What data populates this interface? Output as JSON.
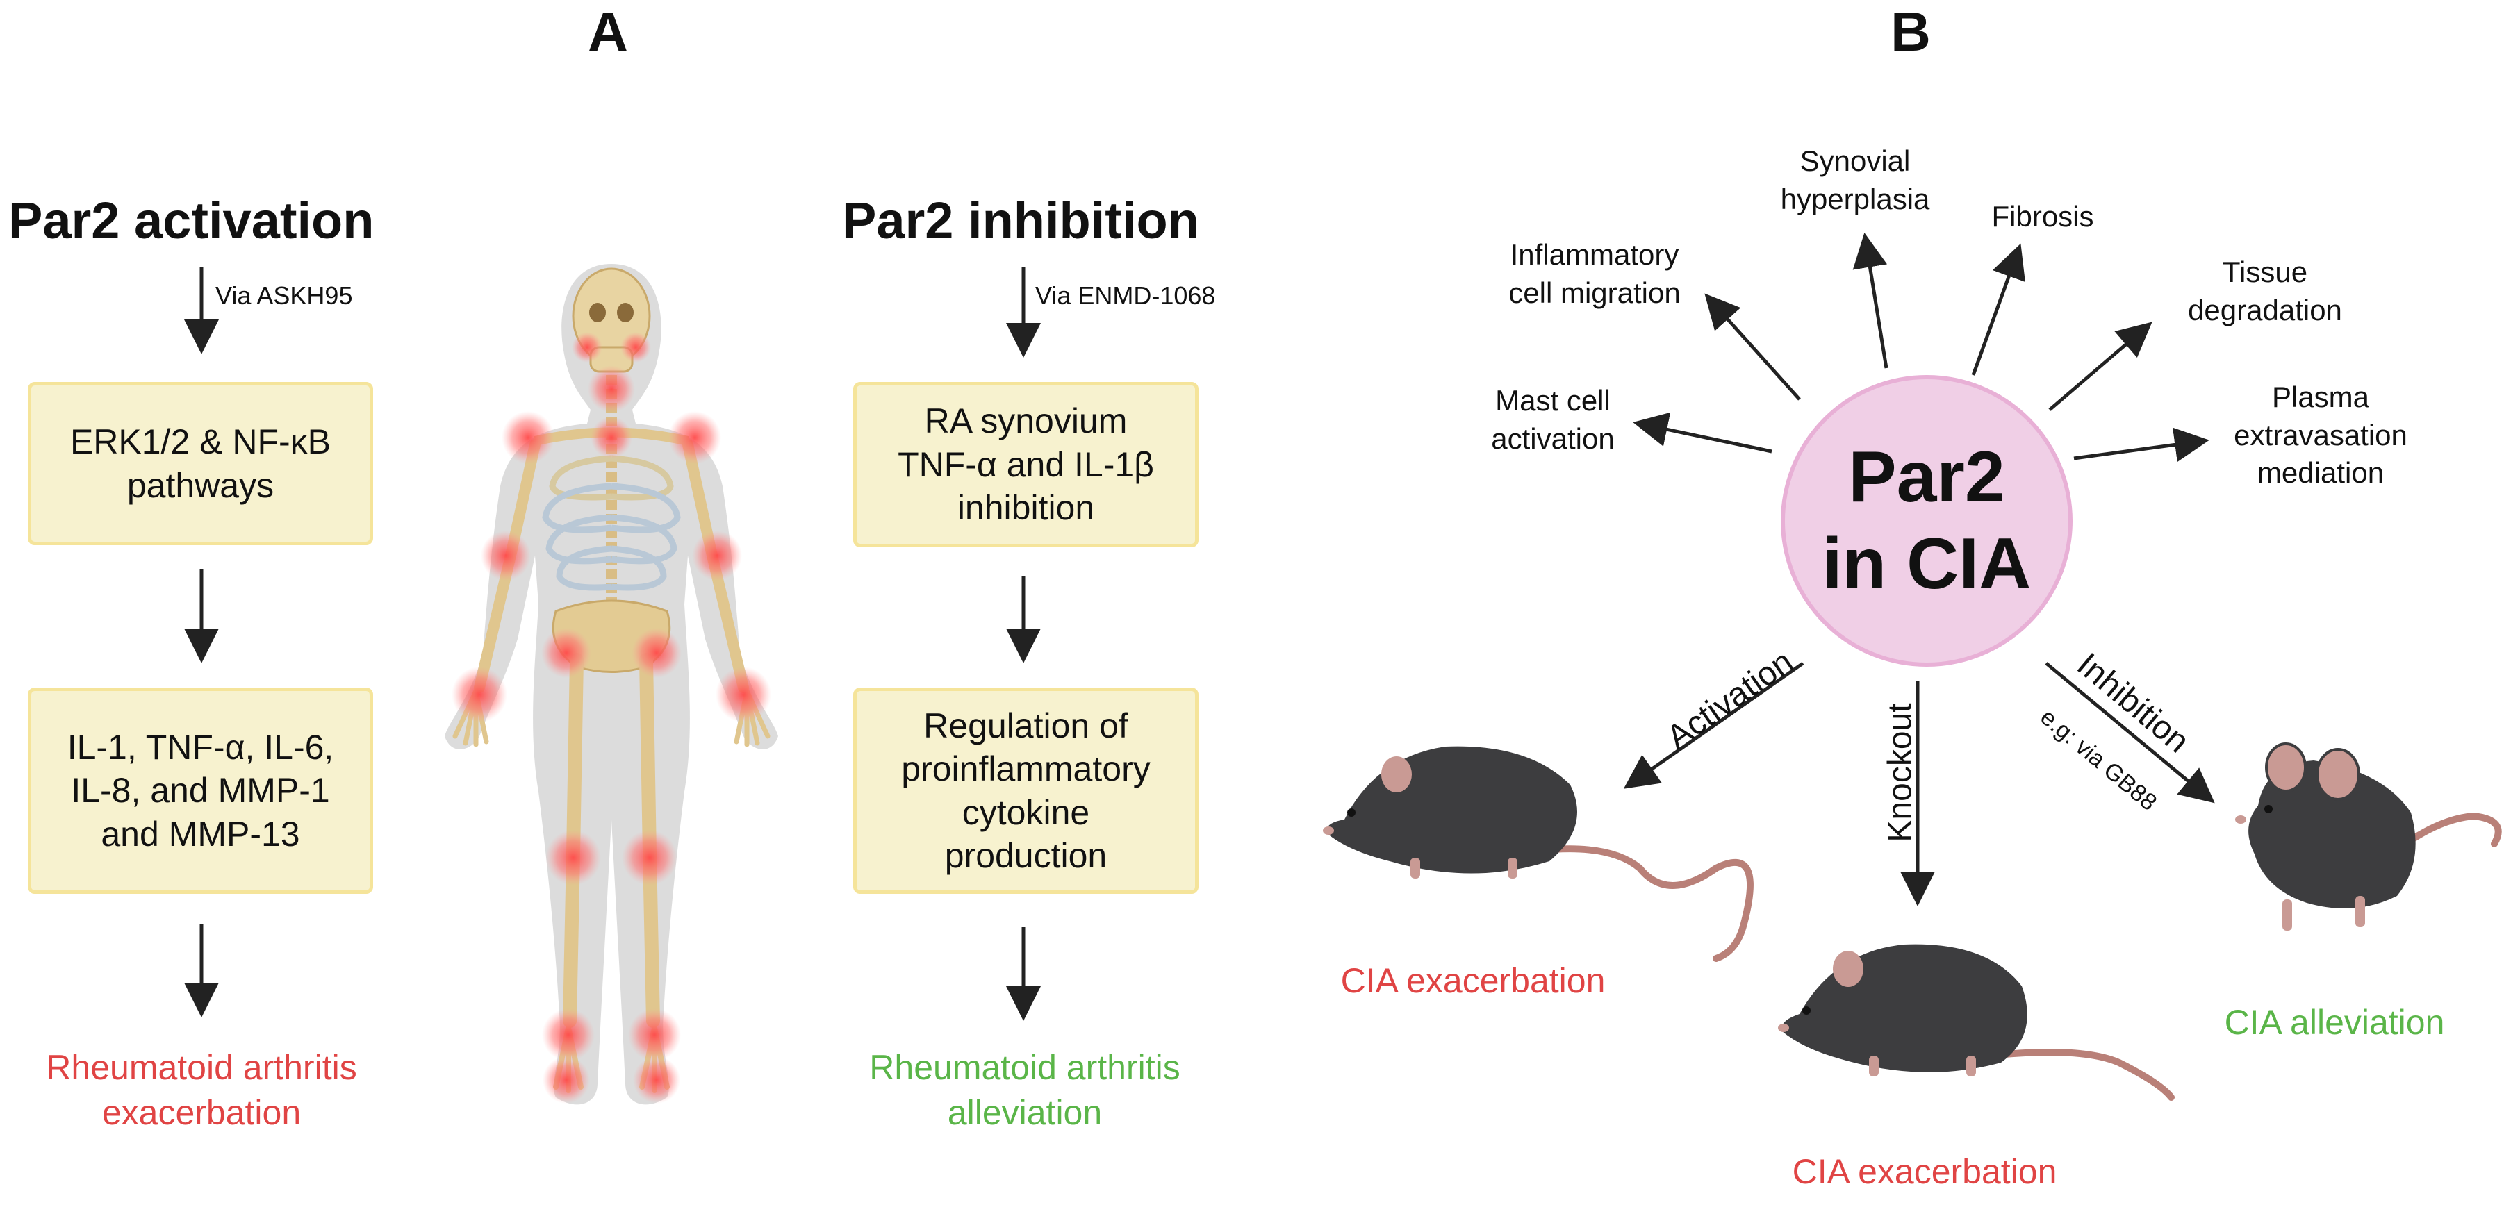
{
  "panel_a": {
    "letter": "A",
    "activation": {
      "title": "Par2 activation",
      "via": "Via ASKH95",
      "box1": "ERK1/2 & NF-κB\npathways",
      "box2": "IL-1, TNF-α, IL-6,\nIL-8, and MMP-1\nand MMP-13",
      "outcome": "Rheumatoid arthritis\nexacerbation",
      "outcome_color": "#e04444"
    },
    "inhibition": {
      "title": "Par2 inhibition",
      "via": "Via ENMD-1068",
      "box1": "RA synovium\nTNF-α and IL-1β\ninhibition",
      "box2": "Regulation of\nproinflammatory\ncytokine\nproduction",
      "outcome": "Rheumatoid arthritis\nalleviation",
      "outcome_color": "#5ab548"
    },
    "figure_icon": "skeleton-with-inflamed-joints"
  },
  "panel_b": {
    "letter": "B",
    "center": "Par2\nin CIA",
    "effects": {
      "synovial": "Synovial\nhyperplasia",
      "fibrosis": "Fibrosis",
      "inflammatory": "Inflammatory\ncell migration",
      "tissue": "Tissue\ndegradation",
      "mast": "Mast cell\nactivation",
      "plasma": "Plasma\nextravasation\nmediation"
    },
    "branches": {
      "activation": "Activation",
      "knockout": "Knockout",
      "inhibition": "Inhibition",
      "inhibition_example": "e.g: via GB88"
    },
    "outcomes": {
      "activation": "CIA exacerbation",
      "knockout": "CIA exacerbation",
      "inhibition": "CIA alleviation"
    },
    "mouse_icon": "mouse-icon"
  }
}
